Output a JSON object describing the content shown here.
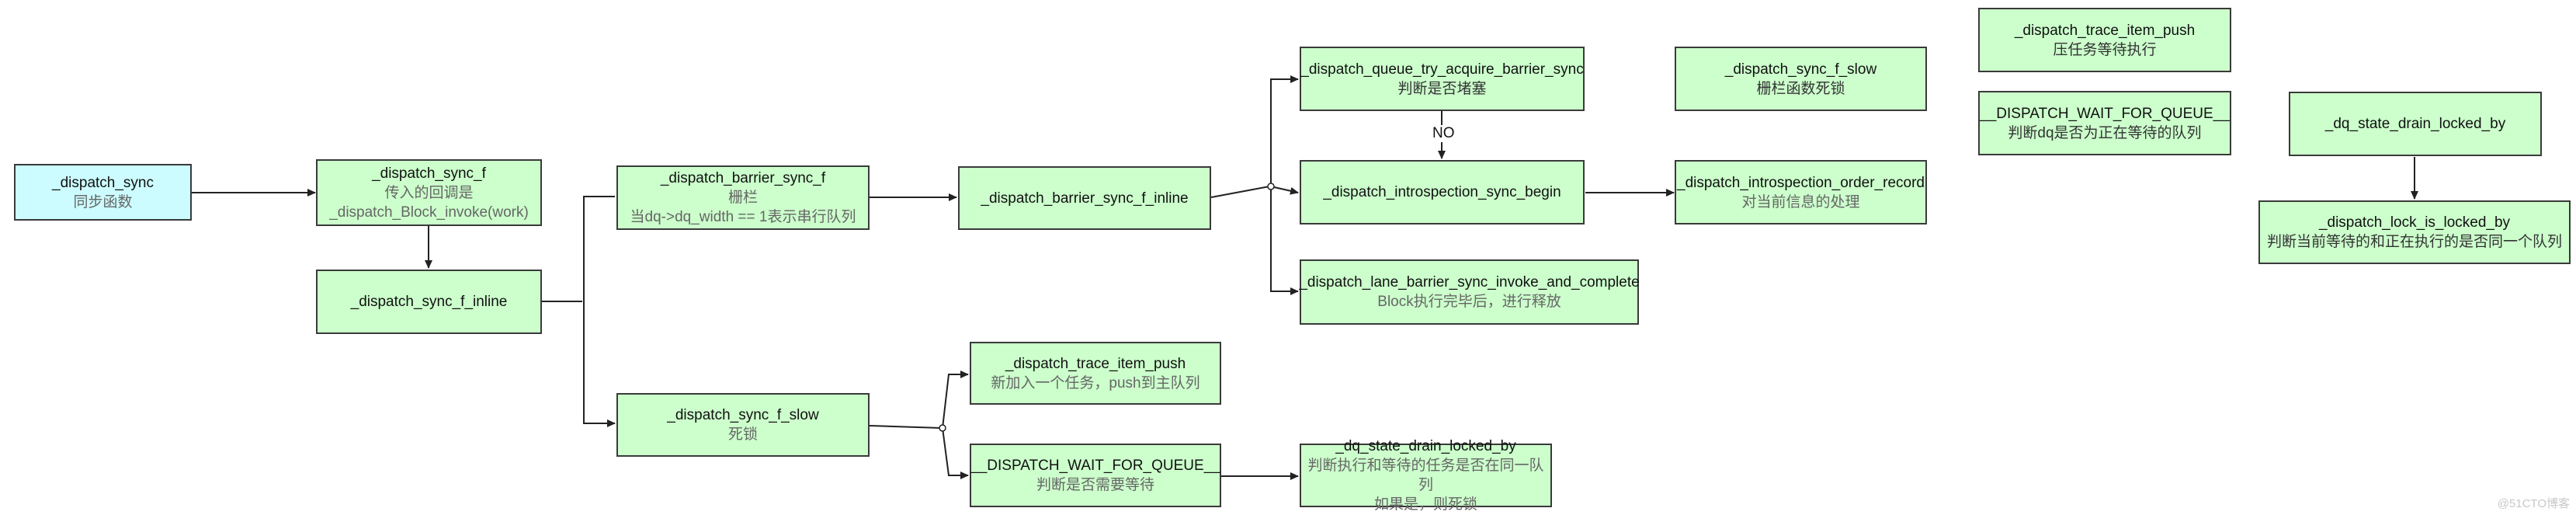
{
  "nodes": {
    "dispatch_sync": {
      "title": "_dispatch_sync",
      "desc": "同步函数"
    },
    "dispatch_sync_f": {
      "title": "_dispatch_sync_f",
      "desc": "传入的回调是",
      "desc2": "_dispatch_Block_invoke(work)"
    },
    "dispatch_sync_f_inline": {
      "title": "_dispatch_sync_f_inline"
    },
    "dispatch_barrier_sync_f": {
      "title": "_dispatch_barrier_sync_f",
      "desc": "栅栏",
      "desc2": "当dq->dq_width == 1表示串行队列"
    },
    "dispatch_sync_f_slow_main": {
      "title": "_dispatch_sync_f_slow",
      "desc": "死锁"
    },
    "dispatch_barrier_sync_f_inline": {
      "title": "_dispatch_barrier_sync_f_inline"
    },
    "dispatch_trace_item_push_mid": {
      "title": "_dispatch_trace_item_push",
      "desc": "新加入一个任务，push到主队列"
    },
    "dispatch_wait_for_queue_mid": {
      "title": "__DISPATCH_WAIT_FOR_QUEUE__",
      "desc": "判断是否需要等待"
    },
    "dispatch_queue_try_acquire_barrier_sync": {
      "title": "_dispatch_queue_try_acquire_barrier_sync",
      "desc": "判断是否堵塞"
    },
    "dispatch_introspection_sync_begin": {
      "title": "_dispatch_introspection_sync_begin"
    },
    "dispatch_lane_barrier_sync_invoke_and_complete": {
      "title": "_dispatch_lane_barrier_sync_invoke_and_complete",
      "desc": "Block执行完毕后，进行释放"
    },
    "dq_state_drain_locked_by_mid": {
      "title": "_dq_state_drain_locked_by",
      "desc": "判断执行和等待的任务是否在同一队列",
      "desc2": "如果是，则死锁"
    },
    "dispatch_sync_f_slow_right": {
      "title": "_dispatch_sync_f_slow",
      "desc": "栅栏函数死锁"
    },
    "dispatch_introspection_order_record": {
      "title": "_dispatch_introspection_order_record",
      "desc": "对当前信息的处理"
    },
    "dispatch_trace_item_push_right": {
      "title": "_dispatch_trace_item_push",
      "desc": "压任务等待执行"
    },
    "dispatch_wait_for_queue_right": {
      "title": "__DISPATCH_WAIT_FOR_QUEUE__",
      "desc": "判断dq是否为正在等待的队列"
    },
    "dq_state_drain_locked_by_right": {
      "title": "_dq_state_drain_locked_by"
    },
    "dispatch_lock_is_locked_by": {
      "title": "_dispatch_lock_is_locked_by",
      "desc": "判断当前等待的和正在执行的是否同一个队列"
    }
  },
  "edge_labels": {
    "no": "NO"
  },
  "watermark": "@51CTO博客",
  "colors": {
    "node_fill": "#ccffcc",
    "start_fill": "#ccfcff",
    "stroke": "#3a3a3a"
  }
}
